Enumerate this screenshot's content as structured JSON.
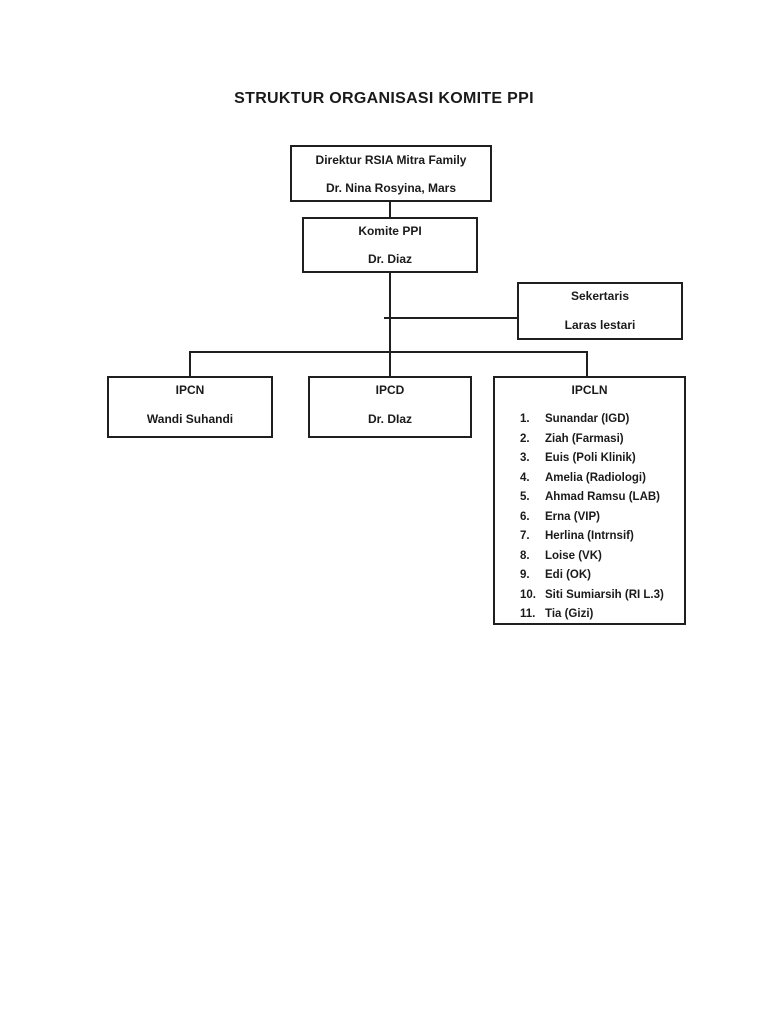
{
  "document": {
    "title": "STRUKTUR ORGANISASI KOMITE PPI"
  },
  "org_chart": {
    "direktur": {
      "role": "Direktur RSIA Mitra Family",
      "person": "Dr. Nina Rosyina, Mars"
    },
    "komite_ppi": {
      "role": "Komite PPI",
      "person": "Dr. Diaz"
    },
    "sekertaris": {
      "role": "Sekertaris",
      "person": "Laras lestari"
    },
    "ipcn": {
      "role": "IPCN",
      "person": "Wandi Suhandi"
    },
    "ipcd": {
      "role": "IPCD",
      "person": "Dr. DIaz"
    },
    "ipcln": {
      "role": "IPCLN",
      "members": [
        {
          "num": "1.",
          "label": "Sunandar (IGD)"
        },
        {
          "num": "2.",
          "label": "Ziah (Farmasi)"
        },
        {
          "num": "3.",
          "label": "Euis (Poli Klinik)"
        },
        {
          "num": "4.",
          "label": "Amelia (Radiologi)"
        },
        {
          "num": "5.",
          "label": "Ahmad Ramsu (LAB)"
        },
        {
          "num": "6.",
          "label": "Erna (VIP)"
        },
        {
          "num": "7.",
          "label": "Herlina (Intrnsif)"
        },
        {
          "num": "8.",
          "label": "Loise (VK)"
        },
        {
          "num": "9.",
          "label": "Edi (OK)"
        },
        {
          "num": "10.",
          "label": "Siti Sumiarsih (RI L.3)"
        },
        {
          "num": "11.",
          "label": "Tia (Gizi)"
        }
      ]
    }
  }
}
